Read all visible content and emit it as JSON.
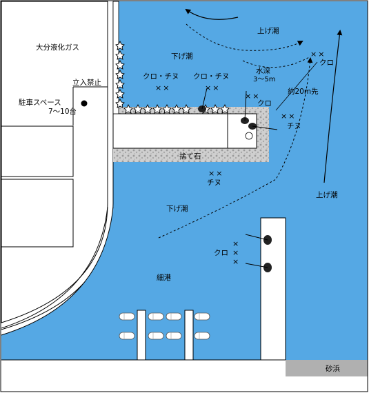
{
  "labels": {
    "gas_company": "大分液化ガス",
    "no_entry": "立入禁止",
    "parking_line1": "駐車スペース",
    "parking_line2": "7〜10台",
    "rising_tide_top": "上げ潮",
    "falling_tide_top": "下げ潮",
    "water_depth_line1": "水深",
    "water_depth_line2": "3〜5m",
    "about_20m": "約20m先",
    "riprap": "捨て石",
    "falling_tide_mid": "下げ潮",
    "rising_tide_right": "上げ潮",
    "hosokou": "細港",
    "sand_beach": "砂浜"
  },
  "fish_spots": [
    {
      "label": "クロ・チヌ",
      "marks": "××"
    },
    {
      "label": "クロ・チヌ",
      "marks": "××"
    },
    {
      "label": "クロ",
      "marks": "××"
    },
    {
      "label": "チヌ",
      "marks": "××"
    },
    {
      "label": "クロ",
      "marks": "××"
    },
    {
      "label": "チヌ",
      "marks": "××"
    },
    {
      "label": "クロ",
      "marks": "×"
    }
  ],
  "extra_marks": [
    "×",
    "×"
  ],
  "colors": {
    "water": "#55a8e4",
    "land": "#ffffff",
    "outline": "#000000",
    "riprap": "#c4c4c4",
    "beach": "#b0b0b0"
  },
  "icons": [
    "angler-icon",
    "parking-dot-icon",
    "tetrapod-icon",
    "boat-icon"
  ]
}
